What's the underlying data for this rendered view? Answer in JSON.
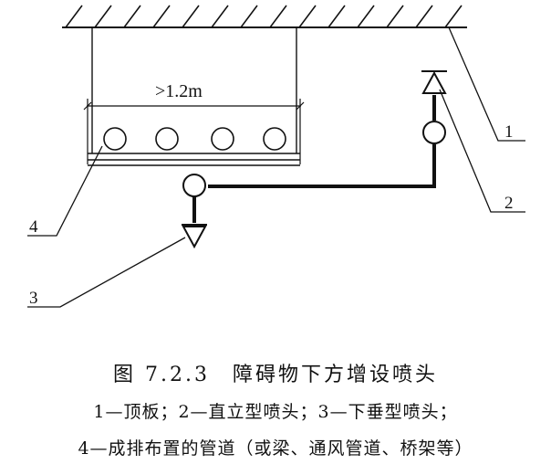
{
  "diagram": {
    "dimension_label": ">1.2m",
    "callouts": [
      "1",
      "2",
      "3",
      "4"
    ]
  },
  "caption": {
    "title": "图 7.2.3　障碍物下方增设喷头",
    "line1": "1—顶板；2—直立型喷头；3—下垂型喷头；",
    "line2": "4—成排布置的管道（或梁、通风管道、桥架等）"
  }
}
